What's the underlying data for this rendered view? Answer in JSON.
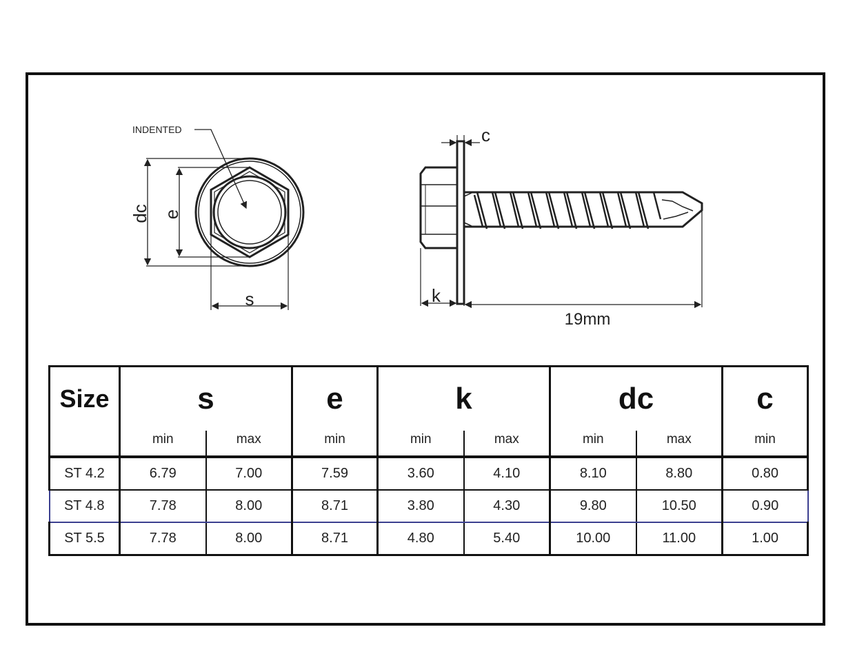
{
  "labels": {
    "indented": "INDENTED",
    "dc": "dc",
    "e": "e",
    "s": "s",
    "c": "c",
    "k": "k",
    "length": "19mm"
  },
  "table": {
    "headers": [
      "Size",
      "s",
      "e",
      "k",
      "dc",
      "c"
    ],
    "sub": [
      "min",
      "max",
      "min",
      "min",
      "max",
      "min",
      "max",
      "min"
    ],
    "rows": [
      [
        "ST 4.2",
        "6.79",
        "7.00",
        "7.59",
        "3.60",
        "4.10",
        "8.10",
        "8.80",
        "0.80"
      ],
      [
        "ST 4.8",
        "7.78",
        "8.00",
        "8.71",
        "3.80",
        "4.30",
        "9.80",
        "10.50",
        "0.90"
      ],
      [
        "ST 5.5",
        "7.78",
        "8.00",
        "8.71",
        "4.80",
        "5.40",
        "10.00",
        "11.00",
        "1.00"
      ]
    ],
    "highlight_row": 1,
    "highlight_color": "#3b3f8f"
  }
}
